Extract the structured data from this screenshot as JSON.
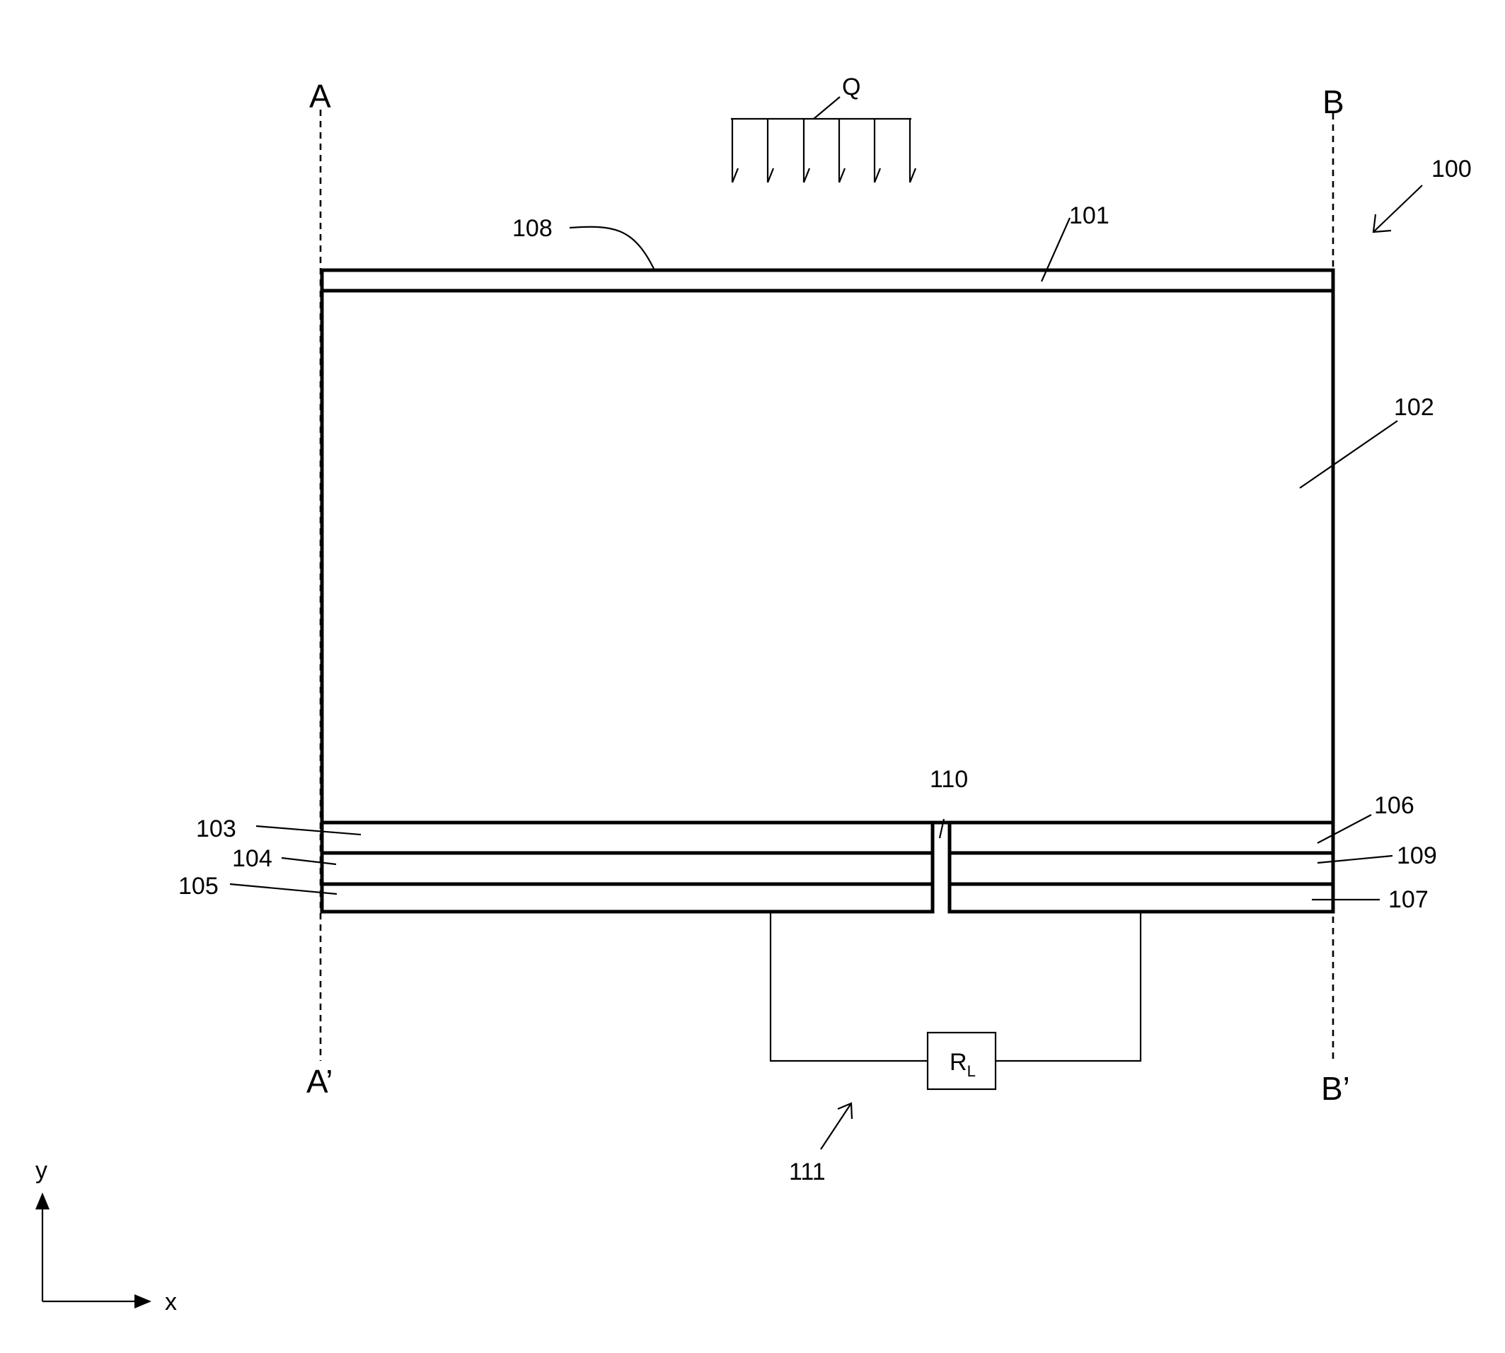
{
  "section_labels": {
    "a_top": "A",
    "b_top": "B",
    "a_bottom": "A’",
    "b_bottom": "B’"
  },
  "heat_flux_label": "Q",
  "reference_numerals": {
    "r100": "100",
    "r101": "101",
    "r102": "102",
    "r103": "103",
    "r104": "104",
    "r105": "105",
    "r106": "106",
    "r107": "107",
    "r108": "108",
    "r109": "109",
    "r110": "110",
    "r111": "111"
  },
  "load_resistor": {
    "symbol": "R",
    "subscript": "L"
  },
  "axes": {
    "x_label": "x",
    "y_label": "y"
  }
}
